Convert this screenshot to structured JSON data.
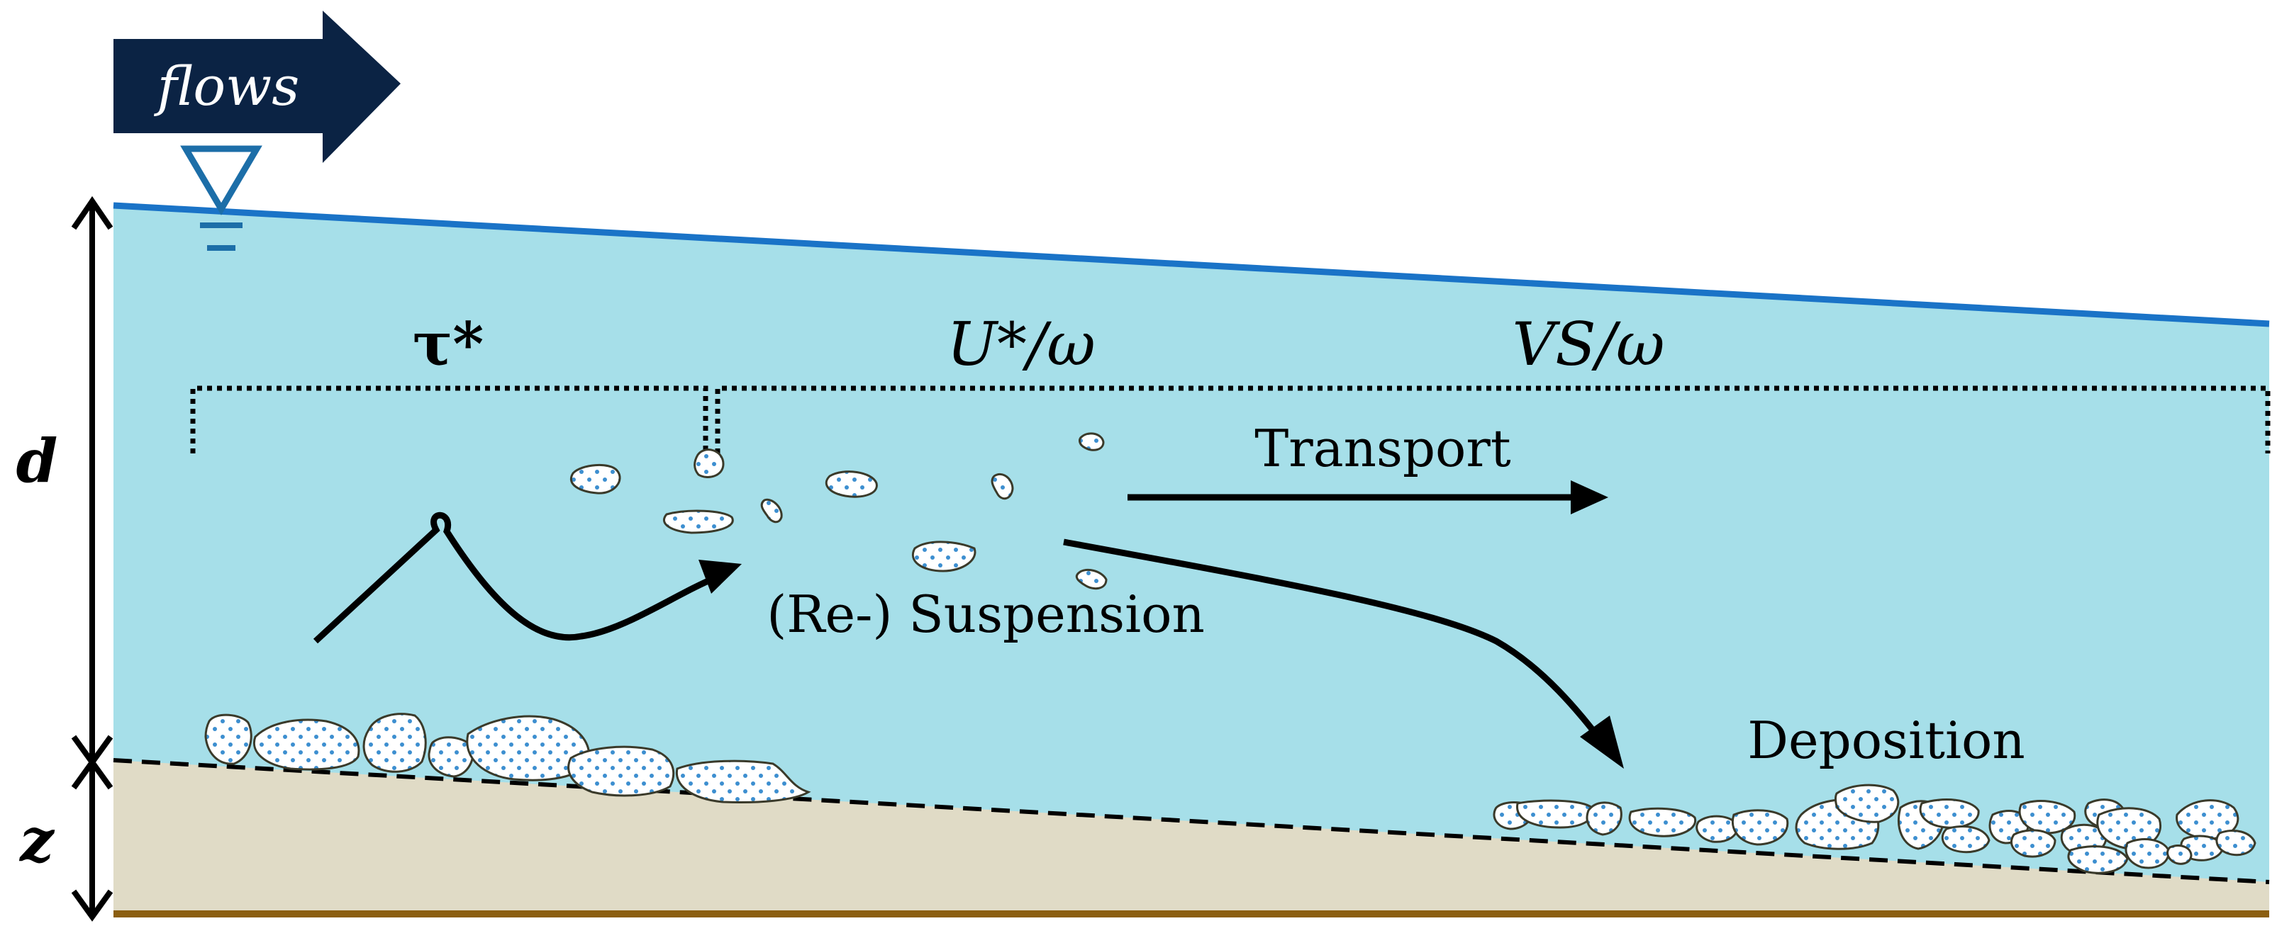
{
  "labels": {
    "flows": "flows",
    "tau": "τ*",
    "u_omega": "U*/ω",
    "vs_omega": "VS/ω",
    "transport": "Transport",
    "resuspension": "(Re-) Suspension",
    "deposition": "Deposition",
    "depth": "d",
    "bed": "z"
  },
  "colors": {
    "water": "#a6dfe9",
    "surface_line": "#1a73c7",
    "sediment_bed": "#e0dbc6",
    "bed_bottom": "#8b5e10",
    "flow_arrow": "#0b2344",
    "water_symbol": "#1c6ea8",
    "particle_fill": "#ffffff",
    "particle_dot": "#3d8fd0",
    "ink": "#000000"
  },
  "icons": {
    "flow_direction": "right-arrow-icon",
    "water_level": "water-level-triangle-icon"
  }
}
